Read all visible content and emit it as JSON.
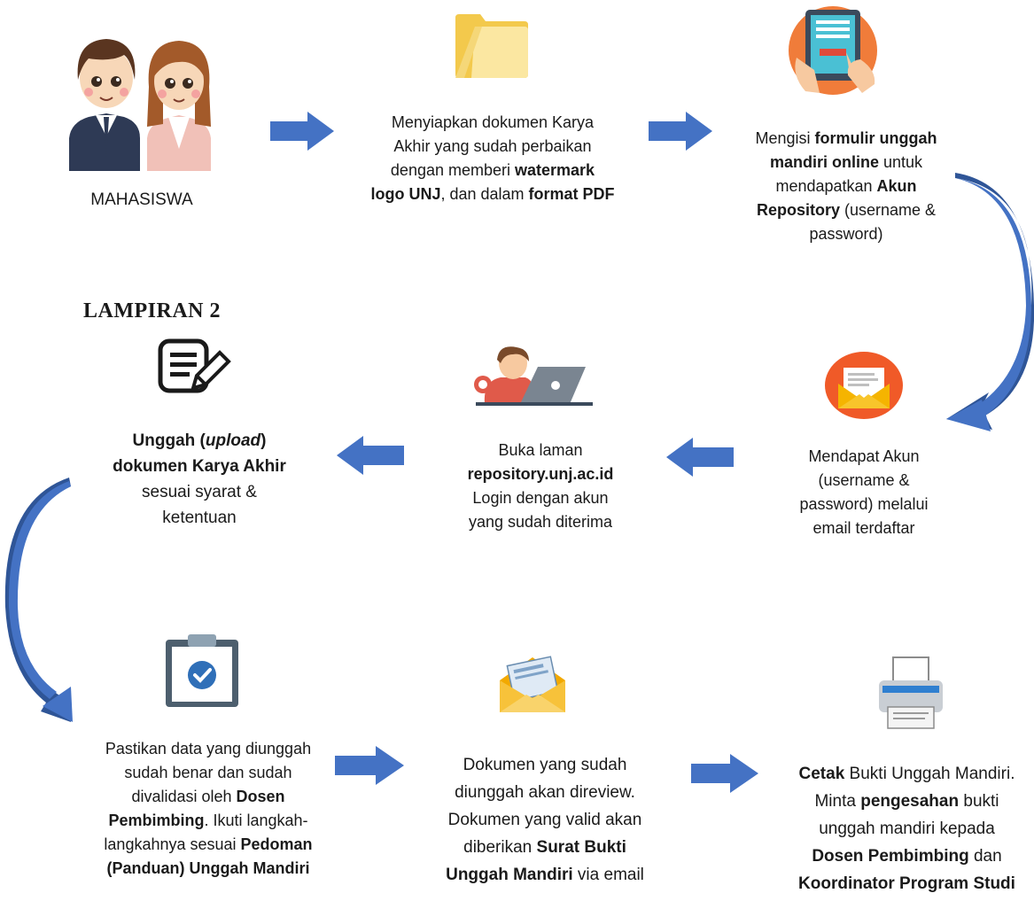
{
  "students": {
    "label": "MAHASISWA"
  },
  "lampiran": "LAMPIRAN 2",
  "steps": {
    "prepare": {
      "l1": "Menyiapkan dokumen Karya",
      "l2": "Akhir yang sudah perbaikan",
      "l3a": "dengan memberi ",
      "l3b": "watermark",
      "l4a": "logo UNJ",
      "l4b": ", dan dalam ",
      "l4c": "format PDF"
    },
    "form": {
      "l1a": "Mengisi ",
      "l1b": "formulir unggah",
      "l2a": "mandiri online",
      "l2b": " untuk",
      "l3a": "mendapatkan ",
      "l3b": "Akun",
      "l4a": "Repository",
      "l4b": " (username &",
      "l5": "password)"
    },
    "account": {
      "l1": "Mendapat Akun",
      "l2": "(username &",
      "l3": "password) melalui",
      "l4": "email terdaftar"
    },
    "login": {
      "l1": "Buka laman",
      "l2": "repository.unj.ac.id",
      "l3": "Login dengan akun",
      "l4": "yang sudah diterima"
    },
    "upload": {
      "l1a": "Unggah (",
      "l1b": "upload",
      "l1c": ")",
      "l2": "dokumen Karya Akhir",
      "l3": "sesuai syarat &",
      "l4": "ketentuan"
    },
    "validate": {
      "l1": "Pastikan data yang diunggah",
      "l2": "sudah benar dan sudah",
      "l3a": "divalidasi oleh ",
      "l3b": "Dosen",
      "l4a": "Pembimbing",
      "l4b": ". Ikuti langkah-",
      "l5a": "langkahnya sesuai ",
      "l5b": "Pedoman",
      "l6": "(Panduan) Unggah Mandiri"
    },
    "review": {
      "l1": "Dokumen yang sudah",
      "l2": "diunggah akan direview.",
      "l3": "Dokumen yang valid akan",
      "l4a": "diberikan ",
      "l4b": "Surat Bukti",
      "l5a": "Unggah Mandiri",
      "l5b": " via email"
    },
    "print": {
      "l1a": "Cetak",
      "l1b": " Bukti Unggah Mandiri.",
      "l2a": "Minta ",
      "l2b": "pengesahan",
      "l2c": " bukti",
      "l3": "unggah mandiri kepada",
      "l4a": "Dosen Pembimbing",
      "l4b": " dan",
      "l5": "Koordinator Program Studi"
    }
  },
  "icons": [
    "students-icon",
    "folder-icon",
    "tablet-form-icon",
    "email-icon",
    "laptop-user-icon",
    "document-edit-icon",
    "clipboard-check-icon",
    "mail-letter-icon",
    "printer-icon"
  ],
  "colors": {
    "arrow": "#4472c4",
    "arrow_dark": "#2f5597",
    "text": "#1a1a1a"
  }
}
